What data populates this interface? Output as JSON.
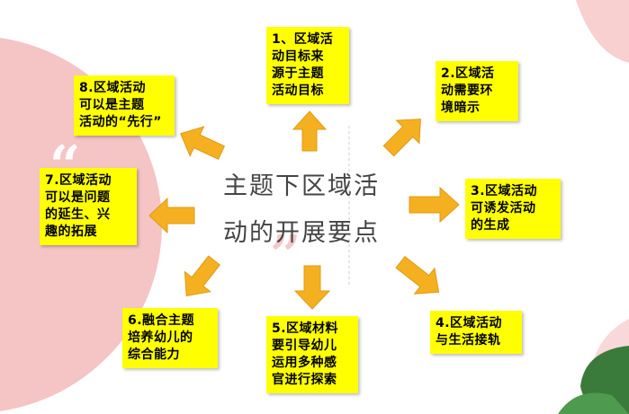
{
  "center": {
    "text": "主题下区域活\n动的开展要点"
  },
  "points": [
    {
      "id": 1,
      "text": "1、区域活\n动目标来\n源于主题\n活动目标"
    },
    {
      "id": 2,
      "text": "2.区域活\n动需要环\n境暗示"
    },
    {
      "id": 3,
      "text": "3.区域活动\n可诱发活动\n的生成"
    },
    {
      "id": 4,
      "text": "4.区域活动\n与生活接轨"
    },
    {
      "id": 5,
      "text": "5.区域材料\n要引导幼儿\n运用多种感\n官进行探索"
    },
    {
      "id": 6,
      "text": "6.融合主题\n培养幼儿的\n综合能力"
    },
    {
      "id": 7,
      "text": "7.区域活动\n可以是问题\n的延生、兴\n趣的拓展"
    },
    {
      "id": 8,
      "text": "8.区域活动\n可以是主题\n活动的“先行”"
    }
  ],
  "colors": {
    "box": "#ffff00",
    "arrow": "#f5b021",
    "arrow_stroke": "#e09a12",
    "decor_pink": "#f5c4c4",
    "decor_leaf": "#3a7a3a"
  }
}
